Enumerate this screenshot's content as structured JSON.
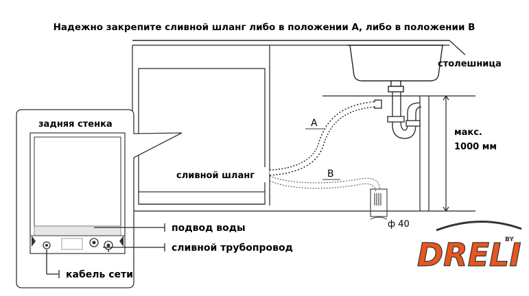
{
  "title": "Надежно закрепите сливной шланг либо в положении А, либо в положении В",
  "labels": {
    "countertop": "столешница",
    "back_wall": "задняя стенка",
    "drain_hose": "сливной шланг",
    "water_inlet": "подвод воды",
    "drain_pipe": "сливной трубопровод",
    "power_cable": "кабель сети",
    "max_height_line1": "макс.",
    "max_height_line2": "1000 мм",
    "position_a": "A",
    "position_b": "B",
    "pipe_diameter": "ф 40"
  },
  "logo": {
    "text": "DRELI",
    "suffix": "BY",
    "color": "#e8561e"
  }
}
